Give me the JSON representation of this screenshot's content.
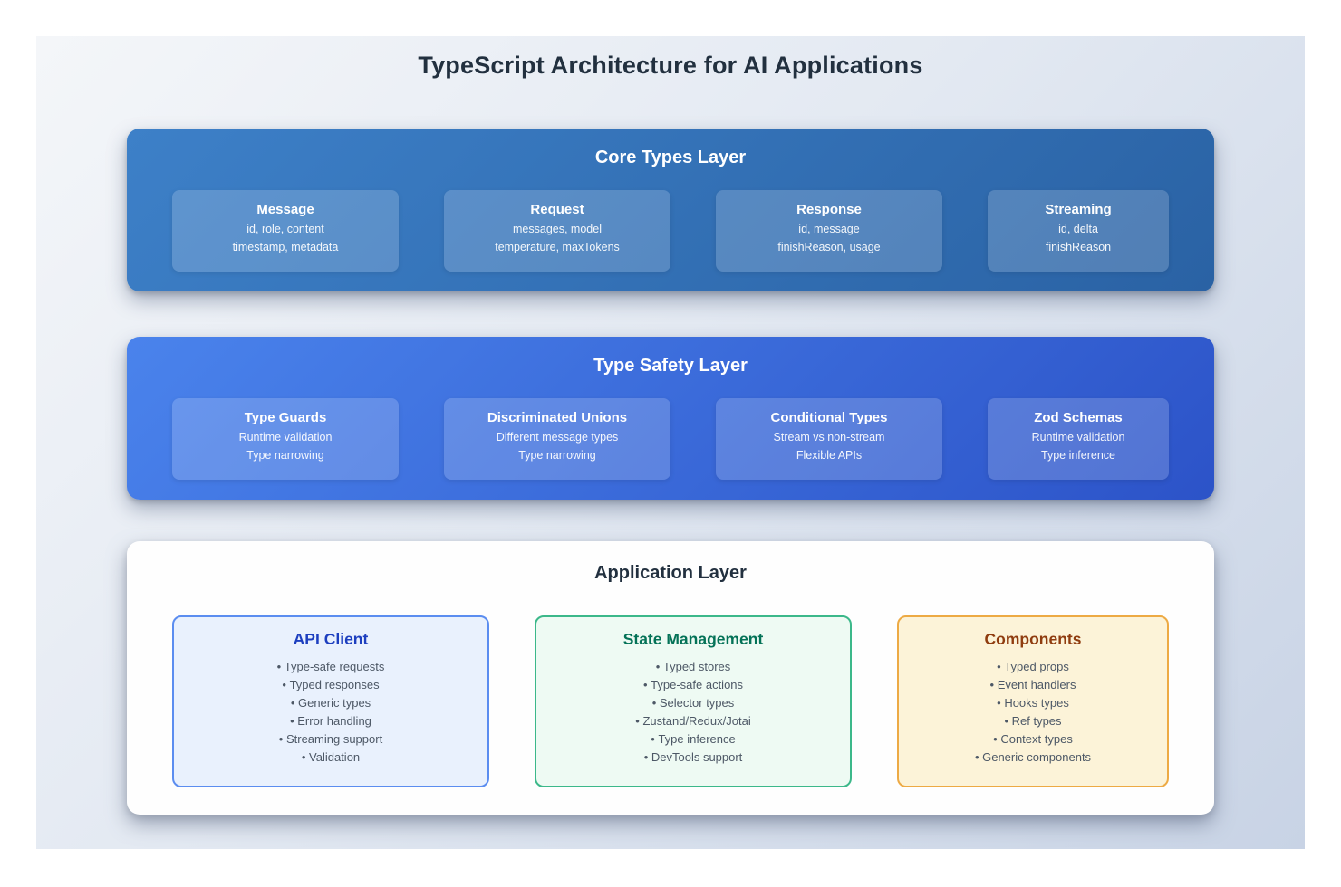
{
  "page": {
    "title": "TypeScript Architecture for AI Applications"
  },
  "layers": [
    {
      "name": "Core Types Layer",
      "theme": {
        "gradient_start": "#3d80c8",
        "gradient_end": "#2a62a4"
      },
      "boxes": [
        {
          "title": "Message",
          "lines": [
            "id, role, content",
            "timestamp, metadata"
          ]
        },
        {
          "title": "Request",
          "lines": [
            "messages, model",
            "temperature, maxTokens"
          ]
        },
        {
          "title": "Response",
          "lines": [
            "id, message",
            "finishReason, usage"
          ]
        },
        {
          "title": "Streaming",
          "lines": [
            "id, delta",
            "finishReason"
          ]
        }
      ]
    },
    {
      "name": "Type Safety Layer",
      "theme": {
        "gradient_start": "#4a83ec",
        "gradient_end": "#2c53c8"
      },
      "boxes": [
        {
          "title": "Type Guards",
          "lines": [
            "Runtime validation",
            "Type narrowing"
          ]
        },
        {
          "title": "Discriminated Unions",
          "lines": [
            "Different message types",
            "Type narrowing"
          ]
        },
        {
          "title": "Conditional Types",
          "lines": [
            "Stream vs non-stream",
            "Flexible APIs"
          ]
        },
        {
          "title": "Zod Schemas",
          "lines": [
            "Runtime validation",
            "Type inference"
          ]
        }
      ]
    }
  ],
  "application_layer": {
    "name": "Application Layer",
    "cards": [
      {
        "title": "API Client",
        "border_color": "#5b8df0",
        "background_color": "#e9f1fd",
        "title_color": "#1d3fbf",
        "items": [
          "Type-safe requests",
          "Typed responses",
          "Generic types",
          "Error handling",
          "Streaming support",
          "Validation"
        ]
      },
      {
        "title": "State Management",
        "border_color": "#3cb88a",
        "background_color": "#eefaf3",
        "title_color": "#047257",
        "items": [
          "Typed stores",
          "Type-safe actions",
          "Selector types",
          "Zustand/Redux/Jotai",
          "Type inference",
          "DevTools support"
        ]
      },
      {
        "title": "Components",
        "border_color": "#edaa44",
        "background_color": "#fcf3d8",
        "title_color": "#8f3c0f",
        "items": [
          "Typed props",
          "Event handlers",
          "Hooks types",
          "Ref types",
          "Context types",
          "Generic components"
        ]
      }
    ]
  }
}
